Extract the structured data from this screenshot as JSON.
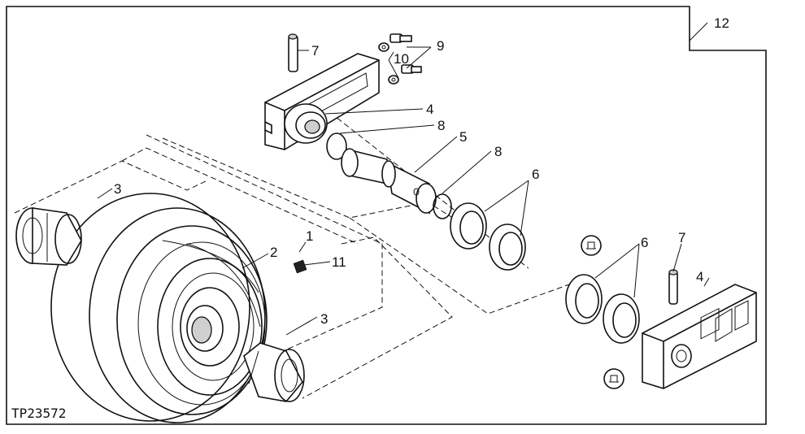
{
  "figure_code": "TP23572",
  "callouts": {
    "c1": "1",
    "c2": "2",
    "c3a": "3",
    "c3b": "3",
    "c4a": "4",
    "c4b": "4",
    "c5": "5",
    "c6a": "6",
    "c6b": "6",
    "c7a": "7",
    "c7b": "7",
    "c8a": "8",
    "c8b": "8",
    "c9": "9",
    "c10": "10",
    "c11": "11",
    "c12": "12"
  },
  "icons": {
    "seal_symbol_top": "seal-install-symbol",
    "seal_symbol_bottom": "seal-install-symbol"
  }
}
